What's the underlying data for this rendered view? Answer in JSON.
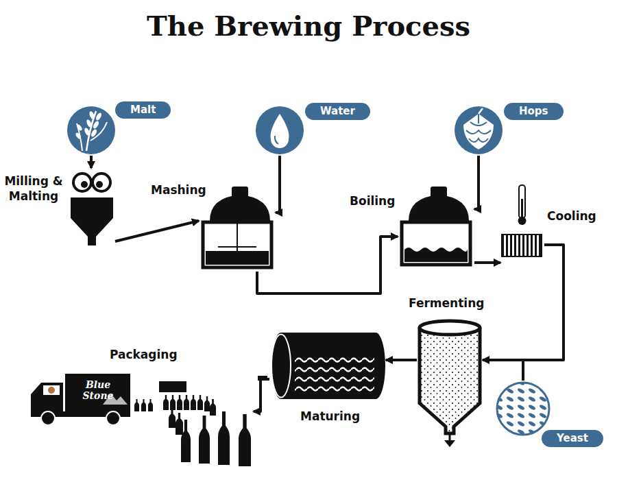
{
  "diagram": {
    "title": "The Brewing Process",
    "nodes": [
      {
        "text": [
          "Malt"
        ]
      },
      {
        "text": [
          "Milling & Malting"
        ]
      },
      {
        "text": [
          "Mashing"
        ]
      },
      {
        "text": [
          "Water"
        ]
      },
      {
        "text": [
          "Boiling"
        ]
      },
      {
        "text": [
          "Hops"
        ]
      },
      {
        "text": [
          "Cooling"
        ]
      },
      {
        "text": [
          "Fermenting"
        ]
      },
      {
        "text": [
          "Yeast"
        ]
      },
      {
        "text": [
          "Maturing"
        ]
      },
      {
        "text": [
          "Packaging"
        ]
      }
    ],
    "edges": [
      {
        "from": 0,
        "to": 1,
        "arrow": "to"
      },
      {
        "from": 1,
        "to": 2,
        "arrow": "to"
      },
      {
        "from": 3,
        "to": 2,
        "arrow": "to"
      },
      {
        "from": 2,
        "to": 4,
        "arrow": "to"
      },
      {
        "from": 5,
        "to": 4,
        "arrow": "to"
      },
      {
        "from": 4,
        "to": 6,
        "arrow": "to"
      },
      {
        "from": 6,
        "to": 7,
        "arrow": "to"
      },
      {
        "from": 8,
        "to": 7,
        "arrow": "none"
      },
      {
        "from": 7,
        "to": 9,
        "arrow": "to"
      },
      {
        "from": 9,
        "to": 10,
        "arrow": "to"
      }
    ],
    "labels": [
      "Blue Stone"
    ]
  }
}
